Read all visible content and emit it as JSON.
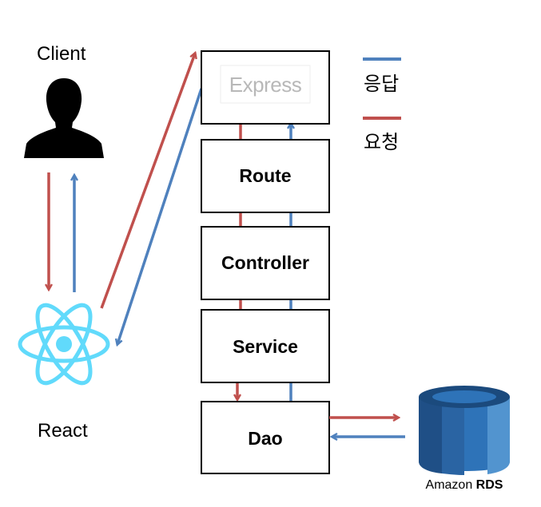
{
  "client": {
    "label": "Client",
    "icon": "user-silhouette-icon"
  },
  "react": {
    "label": "React",
    "icon": "react-atom-icon"
  },
  "express": {
    "label": "Express"
  },
  "layers": {
    "route": "Route",
    "controller": "Controller",
    "service": "Service",
    "dao": "Dao"
  },
  "legend": {
    "response": {
      "label": "응답",
      "color": "#4f81bd"
    },
    "request": {
      "label": "요청",
      "color": "#c0504d"
    }
  },
  "rds": {
    "label_prefix": "Amazon ",
    "label_bold": "RDS",
    "icon": "amazon-rds-icon"
  }
}
